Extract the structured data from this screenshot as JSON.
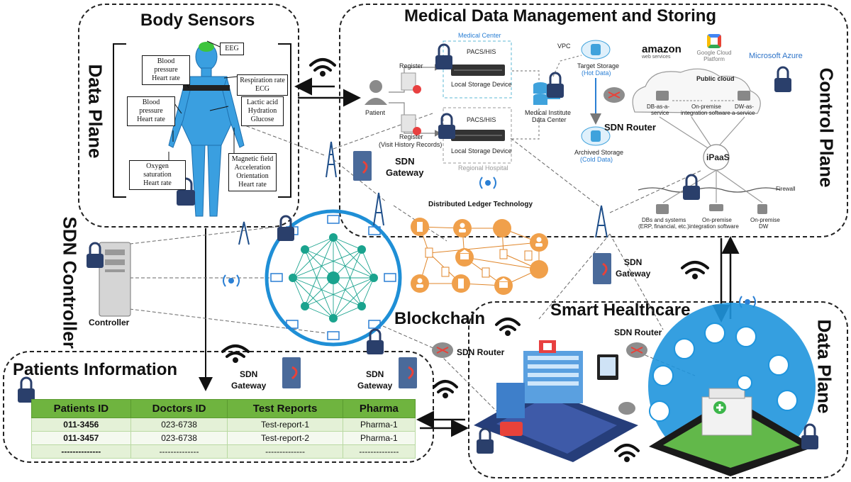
{
  "regions": {
    "body_sensors": "Body Sensors",
    "medical": "Medical Data Management and Storing",
    "patients": "Patients Information",
    "smart": "Smart Healthcare",
    "blockchain": "Blockchain",
    "sdn_controller": "SDN Controller",
    "data_plane": "Data Plane",
    "control_plane": "Control Plane"
  },
  "sensors": {
    "eeg": "EEG",
    "bp1_a": "Blood pressure",
    "bp1_b": "Heart rate",
    "resp_a": "Respiration rate",
    "resp_b": "ECG",
    "bp2_a": "Blood pressure",
    "bp2_b": "Heart rate",
    "lactic_a": "Lactic acid",
    "lactic_b": "Hydration",
    "lactic_c": "Glucose",
    "oxy_a": "Oxygen saturation",
    "oxy_b": "Heart rate",
    "mag_a": "Magnetic field",
    "mag_b": "Acceleration",
    "mag_c": "Orientation",
    "mag_d": "Heart rate"
  },
  "medical": {
    "medical_center": "Medical Center",
    "pacs1": "PACS/HIS",
    "local1": "Local Storage Device",
    "pacs2": "PACS/HIS",
    "local2": "Local Storage Device",
    "regional": "Regional Hospital",
    "register1": "Register",
    "register2_a": "Register",
    "register2_b": "(Visit History Records)",
    "patient": "Patient",
    "vpc": "VPC",
    "target_a": "Target Storage",
    "target_b": "(Hot Data)",
    "institute_a": "Medical Institute",
    "institute_b": "Data Center",
    "archived_a": "Archived Storage",
    "archived_b": "(Cold Data)",
    "amazon_a": "amazon",
    "amazon_b": "web services",
    "google": "Google Cloud Platform",
    "azure": "Microsoft Azure",
    "public_cloud": "Public cloud",
    "db_service_a": "DB-as-a-",
    "db_service_b": "service",
    "onprem1_a": "On-premise",
    "onprem1_b": "integration software",
    "dw_service_a": "DW-as-",
    "dw_service_b": "a-service",
    "ipaas": "iPaaS",
    "firewall": "Firewall",
    "dbs_a": "DBs and systems",
    "dbs_b": "(ERP, financial, etc.)",
    "onprem2_a": "On-premise",
    "onprem2_b": "integration software",
    "onprem_dw_a": "On-premise",
    "onprem_dw_b": "DW"
  },
  "network": {
    "sdn_router_top": "SDN Router",
    "sdn_gateway_top_a": "SDN",
    "sdn_gateway_top_b": "Gateway",
    "dlt": "Distributed Ledger Technology",
    "sdn_gateway_right_a": "SDN",
    "sdn_gateway_right_b": "Gateway",
    "controller": "Controller",
    "sdn_router_mid": "SDN Router",
    "sdn_router_right": "SDN Router",
    "sdn_gateway_bl_a": "SDN",
    "sdn_gateway_bl_b": "Gateway",
    "sdn_gateway_bm_a": "SDN",
    "sdn_gateway_bm_b": "Gateway"
  },
  "table": {
    "headers": [
      "Patients ID",
      "Doctors ID",
      "Test Reports",
      "Pharma"
    ],
    "rows": [
      [
        "011-3456",
        "023-6738",
        "Test-report-1",
        "Pharma-1"
      ],
      [
        "011-3457",
        "023-6738",
        "Test-report-2",
        "Pharma-1"
      ],
      [
        "--------------",
        "--------------",
        "--------------",
        "--------------"
      ]
    ]
  },
  "icons": [
    "lock-icon",
    "wifi-icon",
    "antenna-tower-icon",
    "router-icon",
    "gateway-server-icon",
    "database-icon",
    "cloud-icon",
    "person-icon",
    "bank-icon",
    "hospital-icon",
    "smartphone-icon"
  ],
  "colors": {
    "table_header": "#6fb43f",
    "blockchain_blue": "#1f8fd6",
    "node_teal": "#1aa38e",
    "dlt_orange": "#f0a04b",
    "accent_blue": "#2a7fd4"
  }
}
